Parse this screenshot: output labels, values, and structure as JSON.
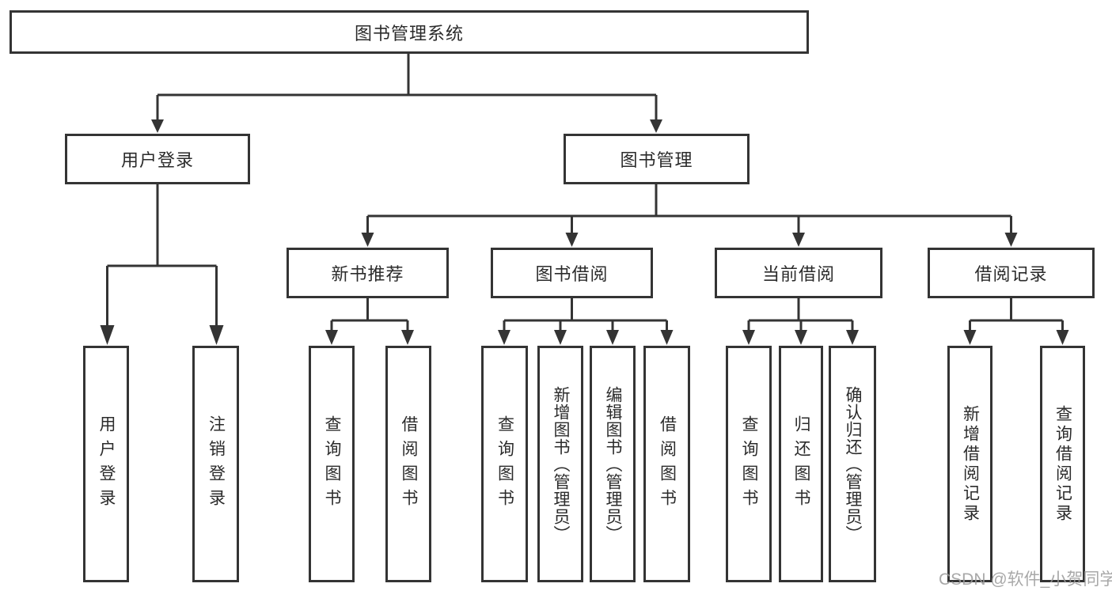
{
  "diagram": {
    "colors": {
      "background": "#ffffff",
      "line": "#343434",
      "text": "#2b2b2b",
      "watermark": "#9a9a9a"
    },
    "root": {
      "label": "图书管理系统"
    },
    "branches": [
      {
        "label": "用户登录",
        "children": [
          {
            "label": "用户登录"
          },
          {
            "label": "注销登录"
          }
        ]
      },
      {
        "label": "图书管理",
        "children": [
          {
            "label": "新书推荐",
            "children": [
              {
                "label": "查询图书"
              },
              {
                "label": "借阅图书"
              }
            ]
          },
          {
            "label": "图书借阅",
            "children": [
              {
                "label": "查询图书"
              },
              {
                "label": "新增图书（管理员）"
              },
              {
                "label": "编辑图书（管理员）"
              },
              {
                "label": "借阅图书"
              }
            ]
          },
          {
            "label": "当前借阅",
            "children": [
              {
                "label": "查询图书"
              },
              {
                "label": "归还图书"
              },
              {
                "label": "确认归还（管理员）"
              }
            ]
          },
          {
            "label": "借阅记录",
            "children": [
              {
                "label": "新增借阅记录"
              },
              {
                "label": "查询借阅记录"
              }
            ]
          }
        ]
      }
    ],
    "watermark": "CSDN @软件_小贺同学"
  }
}
